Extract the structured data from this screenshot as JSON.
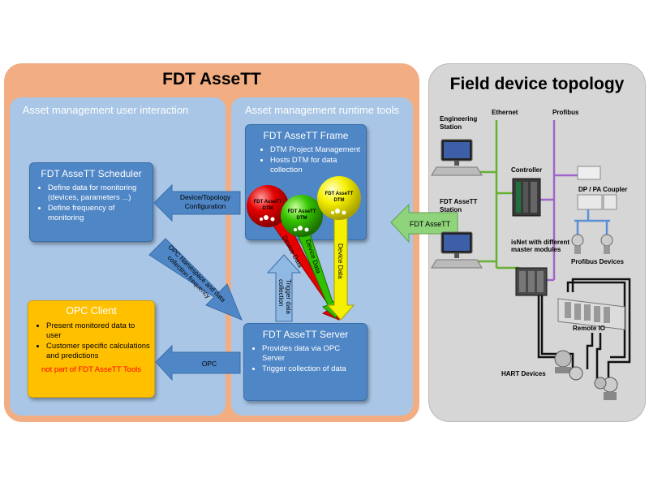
{
  "asset": {
    "title": "FDT AsseTT",
    "left_panel_title": "Asset management user interaction",
    "right_panel_title": "Asset management runtime tools"
  },
  "scheduler": {
    "title": "FDT AsseTT Scheduler",
    "items": [
      "Define data for monitoring (devices, parameters ...)",
      "Define frequency of monitoring"
    ]
  },
  "opc_client": {
    "title": "OPC Client",
    "items": [
      "Present monitored data to user",
      "Customer specific calculations and predictions"
    ],
    "note": "not part of FDT AsseTT Tools"
  },
  "frame": {
    "title": "FDT AsseTT Frame",
    "items": [
      "DTM Project Management",
      "Hosts DTM for data collection"
    ],
    "dtm_label": "FDT AsseTT DTM"
  },
  "server": {
    "title": "FDT AsseTT Server",
    "items": [
      "Provides data via OPC Server",
      "Trigger collection of data"
    ]
  },
  "arrows": {
    "device_topology": "Device/Topology Configuration",
    "opc_namespace": "OPC Namespace and data collection frequency",
    "opc": "OPC",
    "trigger": "Trigger data collection",
    "device_data": "Device Data",
    "fdt_assett": "FDT AsseTT"
  },
  "field": {
    "title": "Field device topology",
    "engineering_station": "Engineering Station",
    "ethernet": "Ethernet",
    "profibus": "Profibus",
    "controller": "Controller",
    "dp_pa_coupler": "DP / PA Coupler",
    "fdt_station": "FDT AsseTT Station",
    "isnet": "isNet with different master modules",
    "profibus_devices": "Profibus Devices",
    "remote_io": "Remote IO",
    "hart_devices": "HART Devices"
  },
  "colors": {
    "asset_bg": "#f2ad82",
    "inner_panel": "#a9c6e6",
    "box_blue": "#4f86c6",
    "opc_yellow": "#ffc000",
    "field_bg": "#d6d6d6",
    "arrow_green": "#8fd37a",
    "ethernet_green": "#66b032",
    "profibus_purple": "#a066c9"
  }
}
